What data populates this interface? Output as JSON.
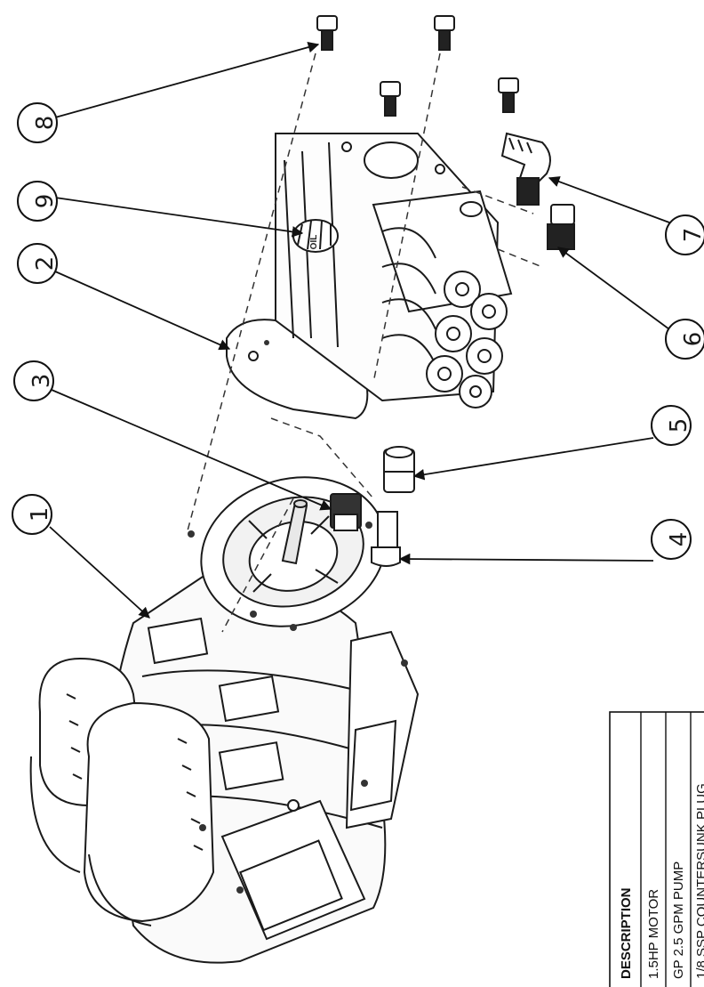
{
  "callouts": [
    "1",
    "2",
    "3",
    "4",
    "5",
    "6",
    "7",
    "8",
    "9"
  ],
  "bom": {
    "header": "DESCRIPTION",
    "rows": [
      "1.5HP MOTOR",
      "GP 2.5 GPM PUMP",
      "1/8 SSP COUNTERSUNK PLUG"
    ]
  },
  "gauge_label": "OIL"
}
